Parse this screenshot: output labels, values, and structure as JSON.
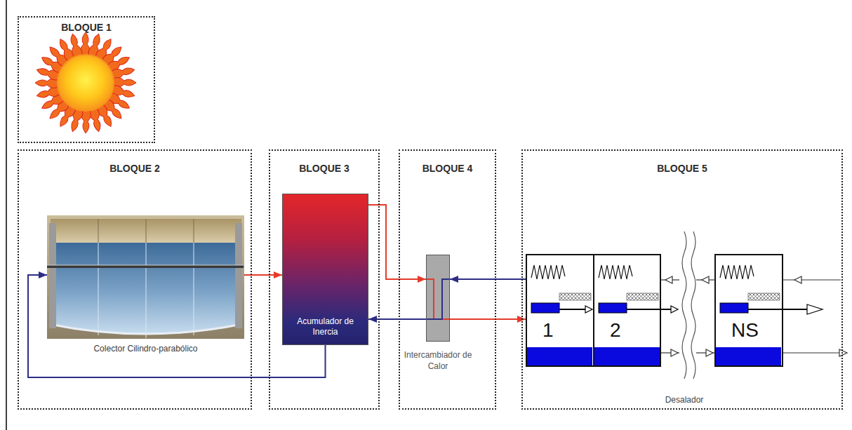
{
  "diagram": {
    "nodes": [
      {
        "text": [
          "BLOQUE 1"
        ]
      },
      {
        "text": [
          "BLOQUE 2"
        ]
      },
      {
        "text": [
          "Colector Cilindro-parabólico"
        ],
        "in": 1
      },
      {
        "text": [
          "BLOQUE 3"
        ]
      },
      {
        "text": [
          "Acumulador de Inercia"
        ],
        "in": 3
      },
      {
        "text": [
          "BLOQUE 4"
        ]
      },
      {
        "text": [
          "Intercambiador de Calor"
        ],
        "in": 5
      },
      {
        "text": [
          "BLOQUE 5"
        ]
      },
      {
        "text": [
          "1"
        ],
        "in": 7
      },
      {
        "text": [
          "2"
        ],
        "in": 7
      },
      {
        "text": [
          "NS"
        ],
        "in": 7
      }
    ],
    "edges": [
      {
        "from": 2,
        "to": 4,
        "arrow": "to"
      },
      {
        "from": 4,
        "to": 2,
        "arrow": "to"
      },
      {
        "from": 4,
        "to": 6,
        "arrow": "to"
      },
      {
        "from": 6,
        "to": 4,
        "arrow": "to"
      },
      {
        "from": 8,
        "to": 6,
        "arrow": "to"
      },
      {
        "from": 6,
        "to": 8,
        "arrow": "to"
      }
    ],
    "labels": [
      "Desalador"
    ]
  }
}
